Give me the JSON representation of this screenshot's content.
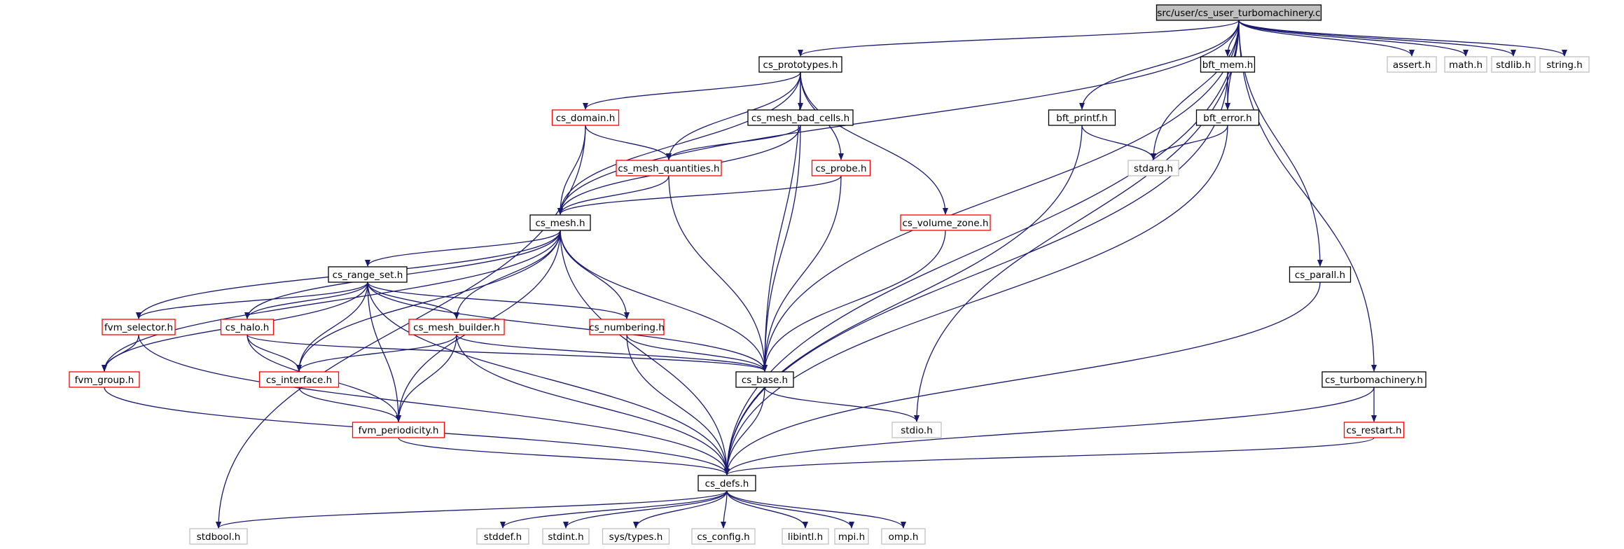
{
  "colors": {
    "edge": "#191970",
    "root_fill": "#bfbfbf",
    "normal_border": "#000000",
    "truncated_border": "#ff0000",
    "system_border": "#bfbfbf",
    "system_text": "#7f7f7f"
  },
  "nodes": [
    {
      "id": "root",
      "label": "src/user/cs_user_turbomachinery.c",
      "kind": "root"
    },
    {
      "id": "cs_prototypes",
      "label": "cs_prototypes.h",
      "kind": "normal"
    },
    {
      "id": "bft_mem",
      "label": "bft_mem.h",
      "kind": "normal"
    },
    {
      "id": "assert",
      "label": "assert.h",
      "kind": "system"
    },
    {
      "id": "math",
      "label": "math.h",
      "kind": "system"
    },
    {
      "id": "stdlib",
      "label": "stdlib.h",
      "kind": "system"
    },
    {
      "id": "string",
      "label": "string.h",
      "kind": "system"
    },
    {
      "id": "cs_domain",
      "label": "cs_domain.h",
      "kind": "truncated"
    },
    {
      "id": "cs_mesh_bad_cells",
      "label": "cs_mesh_bad_cells.h",
      "kind": "normal"
    },
    {
      "id": "bft_printf",
      "label": "bft_printf.h",
      "kind": "normal"
    },
    {
      "id": "bft_error",
      "label": "bft_error.h",
      "kind": "normal"
    },
    {
      "id": "cs_mesh_quantities",
      "label": "cs_mesh_quantities.h",
      "kind": "truncated"
    },
    {
      "id": "cs_probe",
      "label": "cs_probe.h",
      "kind": "truncated"
    },
    {
      "id": "stdarg",
      "label": "stdarg.h",
      "kind": "system"
    },
    {
      "id": "cs_mesh",
      "label": "cs_mesh.h",
      "kind": "normal"
    },
    {
      "id": "cs_volume_zone",
      "label": "cs_volume_zone.h",
      "kind": "truncated"
    },
    {
      "id": "cs_range_set",
      "label": "cs_range_set.h",
      "kind": "normal"
    },
    {
      "id": "cs_parall",
      "label": "cs_parall.h",
      "kind": "normal"
    },
    {
      "id": "fvm_selector",
      "label": "fvm_selector.h",
      "kind": "truncated"
    },
    {
      "id": "cs_halo",
      "label": "cs_halo.h",
      "kind": "truncated"
    },
    {
      "id": "cs_mesh_builder",
      "label": "cs_mesh_builder.h",
      "kind": "truncated"
    },
    {
      "id": "cs_numbering",
      "label": "cs_numbering.h",
      "kind": "truncated"
    },
    {
      "id": "fvm_group",
      "label": "fvm_group.h",
      "kind": "truncated"
    },
    {
      "id": "cs_interface",
      "label": "cs_interface.h",
      "kind": "truncated"
    },
    {
      "id": "cs_base",
      "label": "cs_base.h",
      "kind": "normal"
    },
    {
      "id": "cs_turbomachinery",
      "label": "cs_turbomachinery.h",
      "kind": "normal"
    },
    {
      "id": "fvm_periodicity",
      "label": "fvm_periodicity.h",
      "kind": "truncated"
    },
    {
      "id": "stdio",
      "label": "stdio.h",
      "kind": "system"
    },
    {
      "id": "cs_restart",
      "label": "cs_restart.h",
      "kind": "truncated"
    },
    {
      "id": "cs_defs",
      "label": "cs_defs.h",
      "kind": "normal"
    },
    {
      "id": "stdbool",
      "label": "stdbool.h",
      "kind": "system"
    },
    {
      "id": "stddef",
      "label": "stddef.h",
      "kind": "system"
    },
    {
      "id": "stdint",
      "label": "stdint.h",
      "kind": "system"
    },
    {
      "id": "sys_types",
      "label": "sys/types.h",
      "kind": "system"
    },
    {
      "id": "cs_config",
      "label": "cs_config.h",
      "kind": "system"
    },
    {
      "id": "libintl",
      "label": "libintl.h",
      "kind": "system"
    },
    {
      "id": "mpi",
      "label": "mpi.h",
      "kind": "system"
    },
    {
      "id": "omp",
      "label": "omp.h",
      "kind": "system"
    }
  ],
  "edges": [
    [
      "root",
      "cs_prototypes"
    ],
    [
      "root",
      "cs_mesh"
    ],
    [
      "root",
      "cs_base"
    ],
    [
      "root",
      "stdio"
    ],
    [
      "root",
      "bft_printf"
    ],
    [
      "root",
      "stdarg"
    ],
    [
      "root",
      "bft_error"
    ],
    [
      "root",
      "bft_mem"
    ],
    [
      "root",
      "cs_defs"
    ],
    [
      "root",
      "cs_parall"
    ],
    [
      "root",
      "cs_turbomachinery"
    ],
    [
      "root",
      "assert"
    ],
    [
      "root",
      "math"
    ],
    [
      "root",
      "stdlib"
    ],
    [
      "root",
      "string"
    ],
    [
      "cs_prototypes",
      "cs_domain"
    ],
    [
      "cs_prototypes",
      "cs_mesh_bad_cells"
    ],
    [
      "cs_prototypes",
      "cs_mesh_quantities"
    ],
    [
      "cs_prototypes",
      "cs_probe"
    ],
    [
      "cs_prototypes",
      "cs_volume_zone"
    ],
    [
      "cs_prototypes",
      "cs_mesh"
    ],
    [
      "cs_prototypes",
      "cs_base"
    ],
    [
      "cs_domain",
      "cs_mesh_quantities"
    ],
    [
      "cs_domain",
      "cs_mesh"
    ],
    [
      "cs_domain",
      "stdbool"
    ],
    [
      "cs_mesh_bad_cells",
      "cs_mesh_quantities"
    ],
    [
      "cs_mesh_bad_cells",
      "cs_mesh"
    ],
    [
      "cs_mesh_bad_cells",
      "cs_base"
    ],
    [
      "cs_mesh_quantities",
      "cs_mesh"
    ],
    [
      "cs_mesh_quantities",
      "cs_base"
    ],
    [
      "cs_probe",
      "cs_mesh"
    ],
    [
      "cs_probe",
      "cs_base"
    ],
    [
      "cs_volume_zone",
      "cs_base"
    ],
    [
      "bft_mem",
      "bft_error"
    ],
    [
      "bft_mem",
      "cs_defs"
    ],
    [
      "bft_printf",
      "stdarg"
    ],
    [
      "bft_printf",
      "cs_defs"
    ],
    [
      "bft_error",
      "stdarg"
    ],
    [
      "bft_error",
      "cs_defs"
    ],
    [
      "cs_mesh",
      "cs_range_set"
    ],
    [
      "cs_mesh",
      "fvm_selector"
    ],
    [
      "cs_mesh",
      "fvm_group"
    ],
    [
      "cs_mesh",
      "cs_halo"
    ],
    [
      "cs_mesh",
      "cs_interface"
    ],
    [
      "cs_mesh",
      "cs_mesh_builder"
    ],
    [
      "cs_mesh",
      "cs_numbering"
    ],
    [
      "cs_mesh",
      "fvm_periodicity"
    ],
    [
      "cs_mesh",
      "cs_base"
    ],
    [
      "cs_mesh",
      "cs_defs"
    ],
    [
      "cs_range_set",
      "fvm_selector"
    ],
    [
      "cs_range_set",
      "fvm_group"
    ],
    [
      "cs_range_set",
      "cs_halo"
    ],
    [
      "cs_range_set",
      "cs_interface"
    ],
    [
      "cs_range_set",
      "cs_mesh_builder"
    ],
    [
      "cs_range_set",
      "cs_numbering"
    ],
    [
      "cs_range_set",
      "fvm_periodicity"
    ],
    [
      "cs_range_set",
      "cs_base"
    ],
    [
      "cs_range_set",
      "cs_defs"
    ],
    [
      "fvm_selector",
      "fvm_group"
    ],
    [
      "fvm_selector",
      "cs_defs"
    ],
    [
      "cs_halo",
      "cs_interface"
    ],
    [
      "cs_halo",
      "fvm_periodicity"
    ],
    [
      "cs_halo",
      "cs_base"
    ],
    [
      "cs_mesh_builder",
      "cs_interface"
    ],
    [
      "cs_mesh_builder",
      "fvm_periodicity"
    ],
    [
      "cs_mesh_builder",
      "cs_base"
    ],
    [
      "cs_mesh_builder",
      "cs_defs"
    ],
    [
      "cs_numbering",
      "cs_base"
    ],
    [
      "cs_numbering",
      "cs_defs"
    ],
    [
      "fvm_group",
      "cs_defs"
    ],
    [
      "cs_interface",
      "fvm_periodicity"
    ],
    [
      "fvm_periodicity",
      "cs_defs"
    ],
    [
      "cs_base",
      "stdio"
    ],
    [
      "cs_base",
      "cs_defs"
    ],
    [
      "cs_parall",
      "cs_defs"
    ],
    [
      "cs_turbomachinery",
      "cs_restart"
    ],
    [
      "cs_turbomachinery",
      "cs_defs"
    ],
    [
      "cs_restart",
      "cs_defs"
    ],
    [
      "cs_defs",
      "stdbool"
    ],
    [
      "cs_defs",
      "stddef"
    ],
    [
      "cs_defs",
      "stdint"
    ],
    [
      "cs_defs",
      "sys_types"
    ],
    [
      "cs_defs",
      "cs_config"
    ],
    [
      "cs_defs",
      "libintl"
    ],
    [
      "cs_defs",
      "mpi"
    ],
    [
      "cs_defs",
      "omp"
    ]
  ]
}
